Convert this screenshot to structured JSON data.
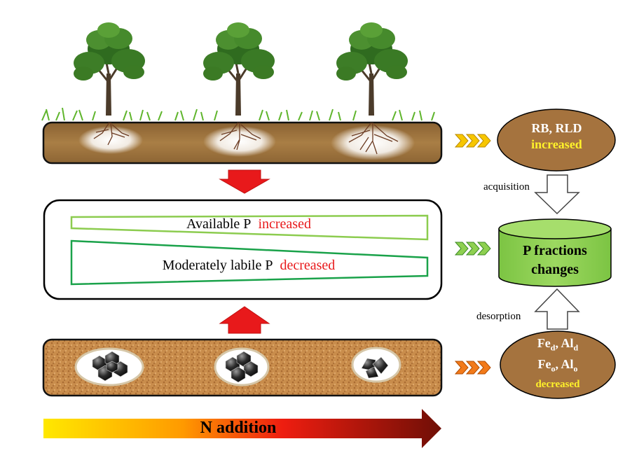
{
  "colors": {
    "soil_top": "#a57a42",
    "soil_bottom": "#c9904f",
    "ellipse_fill": "#a5733e",
    "cylinder_fill": "#8ed050",
    "red_arrow": "#e8191b",
    "highlight_yellow": "#fff22a",
    "wedge_light": "#8ccc4f",
    "wedge_dark": "#1aa24a"
  },
  "icons": [
    "tree-icon",
    "root-icon",
    "mineral-crystal-icon",
    "chevron-arrow-icon"
  ],
  "middle_box": {
    "available_label": "Available P",
    "available_change": "increased",
    "moderate_label": "Moderately labile P",
    "moderate_change": "decreased"
  },
  "roots_node": {
    "title": "RB, RLD",
    "change": "increased"
  },
  "pfractions_node": {
    "line1": "P fractions",
    "line2": "changes"
  },
  "oxides_node": {
    "fe": "Fe",
    "d": "d",
    "al": "Al",
    "o": "o",
    "sep": ", ",
    "change": "decreased"
  },
  "arrows": {
    "acquisition": "acquisition",
    "desorption": "desorption"
  },
  "n_addition": "N addition"
}
